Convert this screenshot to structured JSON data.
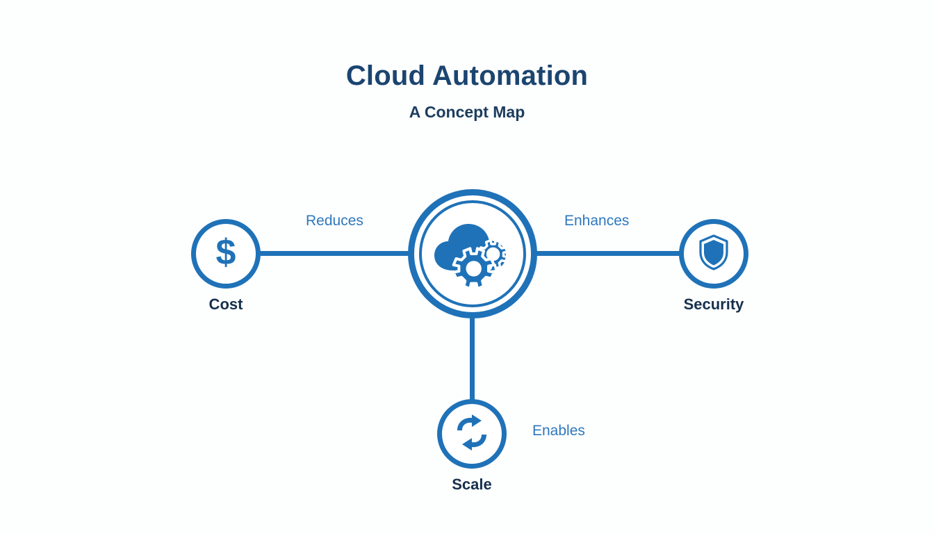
{
  "header": {
    "title": "Cloud Automation",
    "subtitle": "A Concept Map"
  },
  "colors": {
    "primary_blue": "#1f72b8",
    "label_blue": "#2e78bd",
    "title_navy": "#1b4570",
    "node_label_navy": "#16304d",
    "background": "#fdfefe"
  },
  "diagram": {
    "type": "concept-map",
    "central_node": {
      "id": "cloud-automation",
      "icon": "cloud-gears-icon",
      "label": ""
    },
    "nodes": [
      {
        "id": "cost",
        "label": "Cost",
        "icon": "dollar-sign-icon",
        "position": "left"
      },
      {
        "id": "security",
        "label": "Security",
        "icon": "shield-icon",
        "position": "right"
      },
      {
        "id": "scale",
        "label": "Scale",
        "icon": "sync-arrows-icon",
        "position": "bottom"
      }
    ],
    "edges": [
      {
        "from": "cloud-automation",
        "to": "cost",
        "label": "Reduces"
      },
      {
        "from": "cloud-automation",
        "to": "security",
        "label": "Enhances"
      },
      {
        "from": "cloud-automation",
        "to": "scale",
        "label": "Enables"
      }
    ]
  }
}
